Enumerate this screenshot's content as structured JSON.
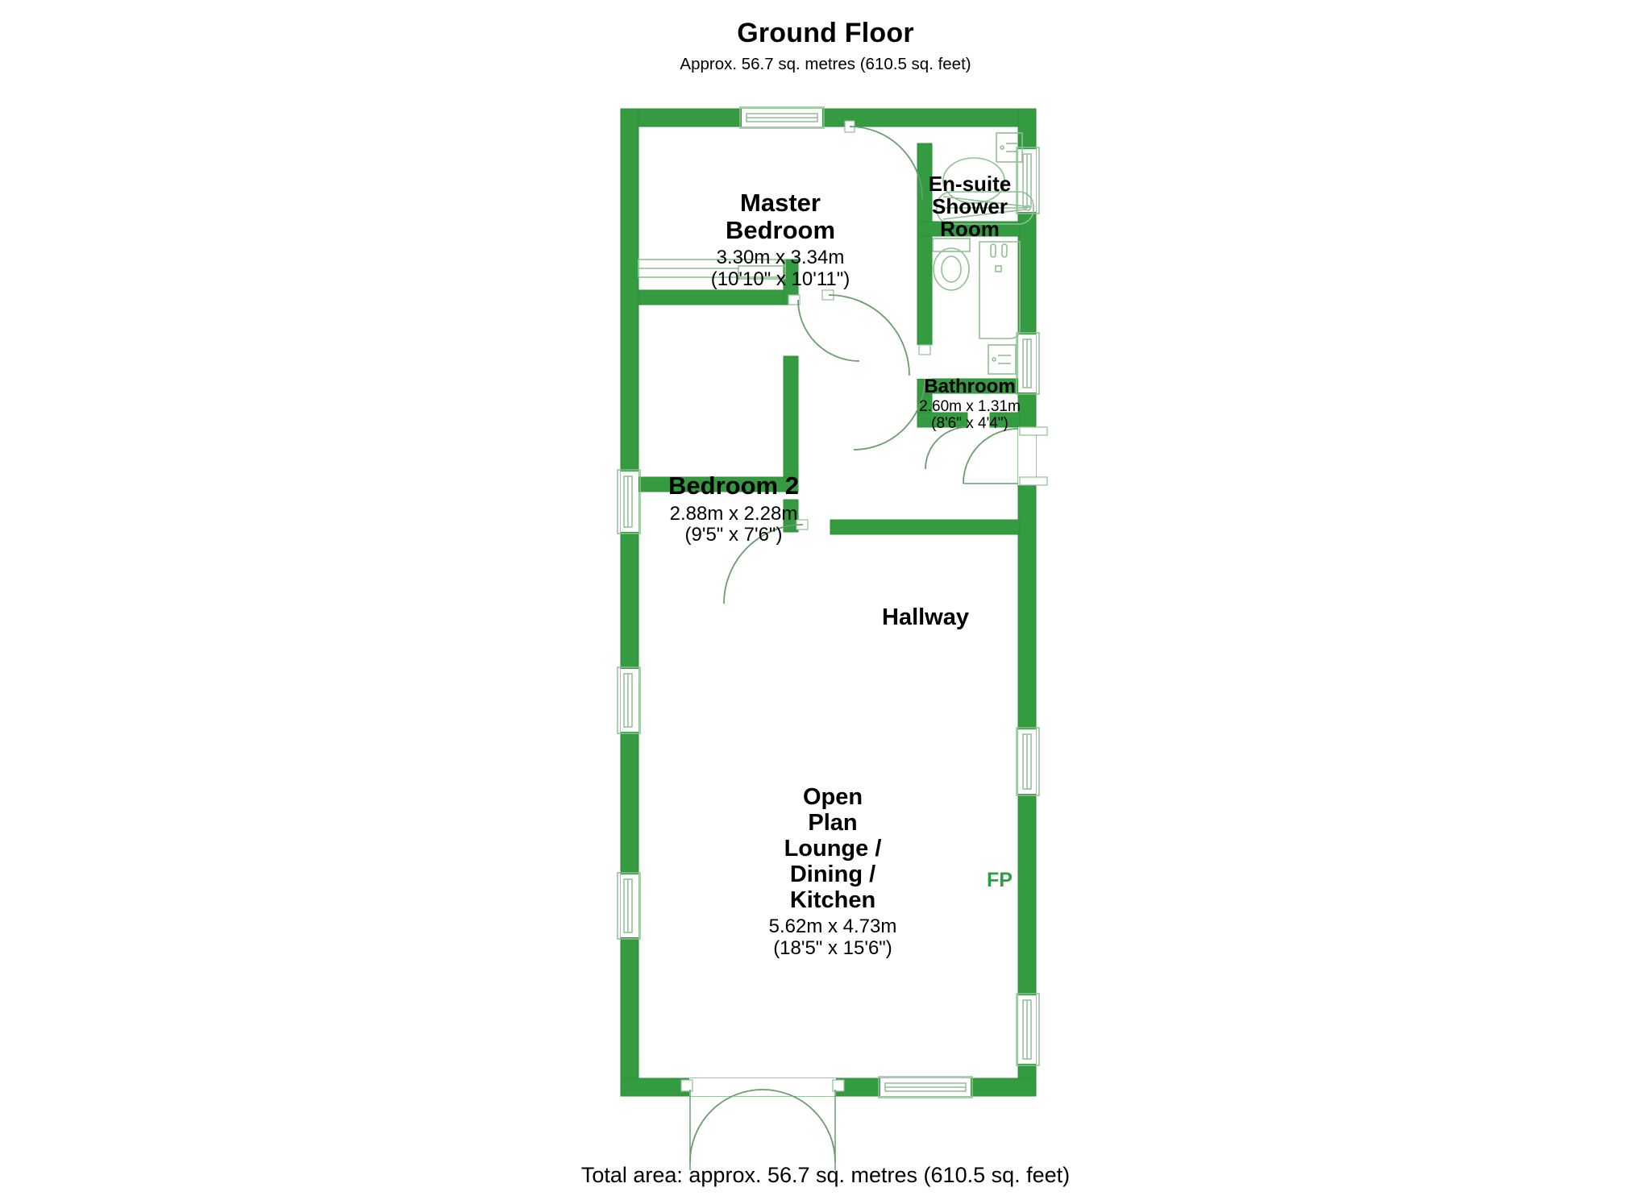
{
  "header": {
    "title": "Ground Floor",
    "subtitle": "Approx. 56.7 sq. metres (610.5 sq. feet)"
  },
  "footer": {
    "total_area": "Total area: approx. 56.7 sq. metres (610.5 sq. feet)"
  },
  "colors": {
    "wall": "#349b40",
    "wall_outline": "#2f8f3a",
    "fixture_line": "#8fbf93",
    "door_arc": "#6a9c6f",
    "text": "#000000",
    "background": "#ffffff",
    "fp_label": "#2e9e42"
  },
  "rooms": [
    {
      "id": "master-bedroom",
      "name_lines": [
        "Master",
        "Bedroom"
      ],
      "name": "Master Bedroom",
      "dim_metric": "3.30m x 3.34m",
      "dim_imperial": "(10'10\" x 10'11\")"
    },
    {
      "id": "en-suite-shower-room",
      "name_lines": [
        "En-suite",
        "Shower",
        "Room"
      ],
      "name": "En-suite Shower Room",
      "dim_metric": "",
      "dim_imperial": ""
    },
    {
      "id": "bathroom",
      "name_lines": [
        "Bathroom"
      ],
      "name": "Bathroom",
      "dim_metric": "2.60m x 1.31m",
      "dim_imperial": "(8'6\" x 4'4\")"
    },
    {
      "id": "bedroom-2",
      "name_lines": [
        "Bedroom 2"
      ],
      "name": "Bedroom 2",
      "dim_metric": "2.88m x 2.28m",
      "dim_imperial": "(9'5\" x 7'6\")"
    },
    {
      "id": "hallway",
      "name_lines": [
        "Hallway"
      ],
      "name": "Hallway",
      "dim_metric": "",
      "dim_imperial": ""
    },
    {
      "id": "open-plan-lounge-dining-kitchen",
      "name_lines": [
        "Open",
        "Plan",
        "Lounge /",
        "Dining /",
        "Kitchen"
      ],
      "name": "Open Plan Lounge / Dining / Kitchen",
      "dim_metric": "5.62m x 4.73m",
      "dim_imperial": "(18'5\" x 15'6\")"
    }
  ],
  "annotations": {
    "fireplace": "FP"
  },
  "labels": {
    "master_name_1": "Master",
    "master_name_2": "Bedroom",
    "master_dim_m": "3.30m x 3.34m",
    "master_dim_ft": "(10'10\" x 10'11\")",
    "ensuite_1": "En-suite",
    "ensuite_2": "Shower",
    "ensuite_3": "Room",
    "bathroom_name": "Bathroom",
    "bathroom_dim_m": "2.60m x 1.31m",
    "bathroom_dim_ft": "(8'6\" x 4'4\")",
    "bed2_name": "Bedroom 2",
    "bed2_dim_m": "2.88m x 2.28m",
    "bed2_dim_ft": "(9'5\" x 7'6\")",
    "hallway_name": "Hallway",
    "open_1": "Open",
    "open_2": "Plan",
    "open_3": "Lounge /",
    "open_4": "Dining /",
    "open_5": "Kitchen",
    "open_dim_m": "5.62m x 4.73m",
    "open_dim_ft": "(18'5\" x 15'6\")",
    "fp": "FP"
  }
}
